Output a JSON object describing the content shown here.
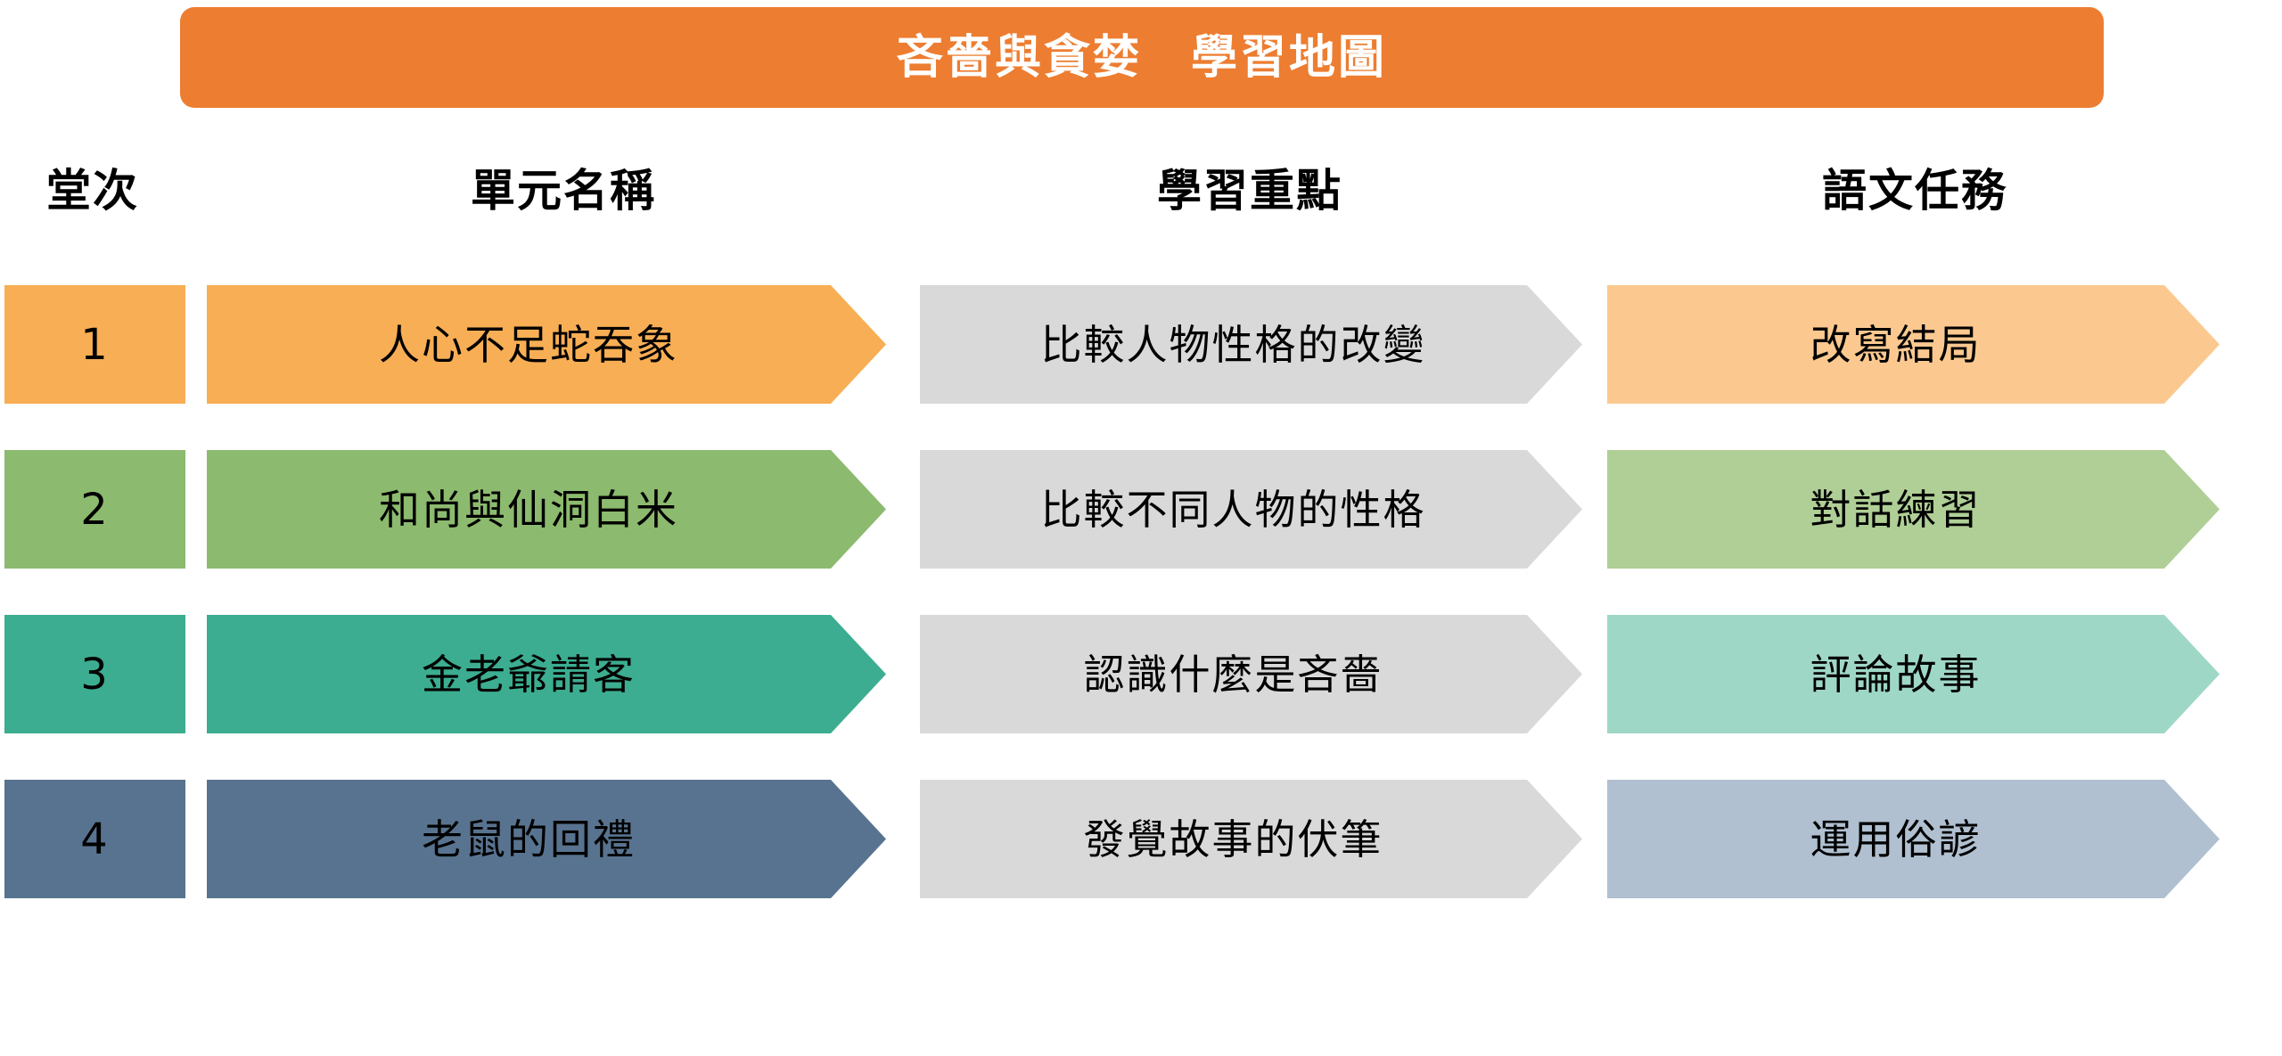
{
  "title": {
    "text": "吝嗇與貪婪　學習地圖",
    "background_color": "#ED7D31",
    "text_color": "#FFFFFF"
  },
  "headers": [
    {
      "label": "堂次"
    },
    {
      "label": "單元名稱"
    },
    {
      "label": "學習重點"
    },
    {
      "label": "語文任務"
    }
  ],
  "colors": {
    "banner_orange": "#ED7D31",
    "row1_strong": "#F8AE54",
    "row1_light": "#FBC990",
    "row2_strong": "#8CBA6E",
    "row2_light": "#AFCF96",
    "row3_strong": "#3CAD90",
    "row3_light": "#9FD7C6",
    "row4_strong": "#58738F",
    "row4_light": "#B0C0D0",
    "focus_gray": "#D9D9D9",
    "text_black": "#000000"
  },
  "rows": [
    {
      "number": "1",
      "unit": "人心不足蛇吞象",
      "focus": "比較人物性格的改變",
      "task": "改寫結局",
      "strong_color": "#F8AE54",
      "light_color": "#FBC990",
      "focus_color": "#D9D9D9"
    },
    {
      "number": "2",
      "unit": "和尚與仙洞白米",
      "focus": "比較不同人物的性格",
      "task": "對話練習",
      "strong_color": "#8CBA6E",
      "light_color": "#AFCF96",
      "focus_color": "#D9D9D9"
    },
    {
      "number": "3",
      "unit": "金老爺請客",
      "focus": "認識什麼是吝嗇",
      "task": "評論故事",
      "strong_color": "#3CAD90",
      "light_color": "#9FD7C6",
      "focus_color": "#D9D9D9"
    },
    {
      "number": "4",
      "unit": "老鼠的回禮",
      "focus": "發覺故事的伏筆",
      "task": "運用俗諺",
      "strong_color": "#58738F",
      "light_color": "#B0C0D0",
      "focus_color": "#D9D9D9"
    }
  ]
}
